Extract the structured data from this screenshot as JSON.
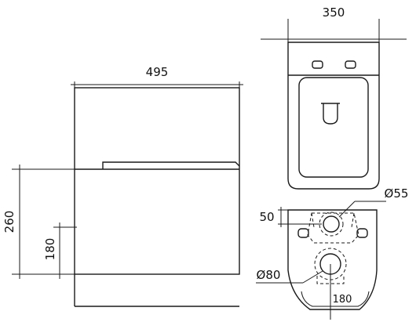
{
  "side_view": {
    "width_label": "495",
    "height_label": "260",
    "outlet_height_label": "180"
  },
  "top_view": {
    "width_label": "350"
  },
  "bottom_view": {
    "water_inlet_diameter_label": "Ø55",
    "water_inlet_offset_label": "50",
    "outlet_diameter_label": "Ø80",
    "outlet_offset_label": "180"
  }
}
